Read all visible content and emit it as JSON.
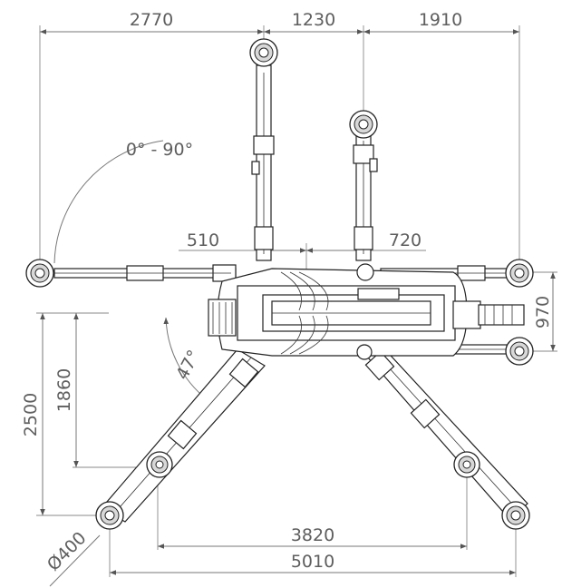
{
  "dimensions": {
    "top_left": "2770",
    "top_mid": "1230",
    "top_right": "1910",
    "inner_left": "510",
    "inner_right": "720",
    "right_vertical": "970",
    "left_outer_vertical": "2500",
    "left_inner_vertical": "1860",
    "bottom_inner": "3820",
    "bottom_outer": "5010",
    "pad_diameter": "Ø400"
  },
  "angles": {
    "slew_range": "0° - 90°",
    "leg_angle": "47°"
  },
  "colors": {
    "line": "#222222",
    "dimension_text": "#5e5e5e",
    "dimension_line": "#777777"
  }
}
